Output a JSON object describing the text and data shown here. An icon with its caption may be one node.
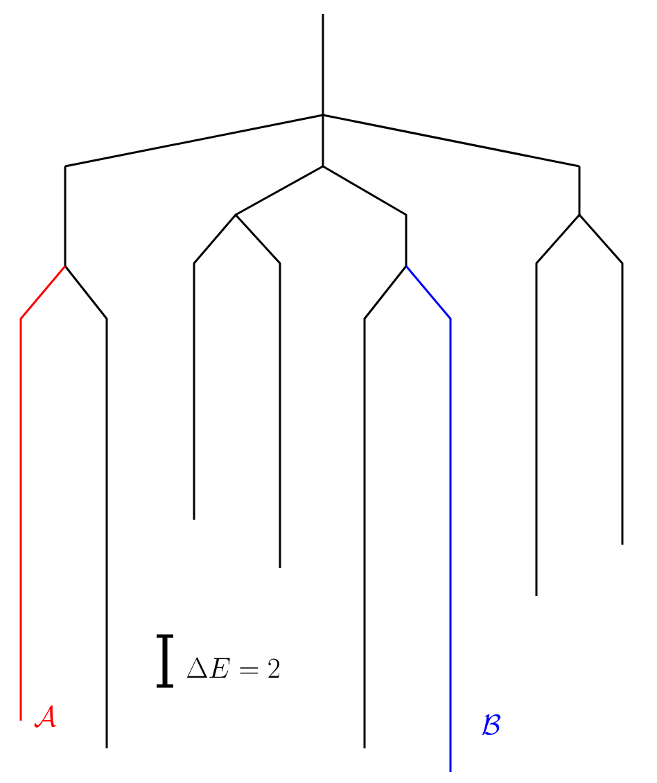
{
  "diagram": {
    "labels": [
      "\\mathcal{A}",
      "\\Delta E = 2",
      "\\mathcal{B}"
    ]
  }
}
